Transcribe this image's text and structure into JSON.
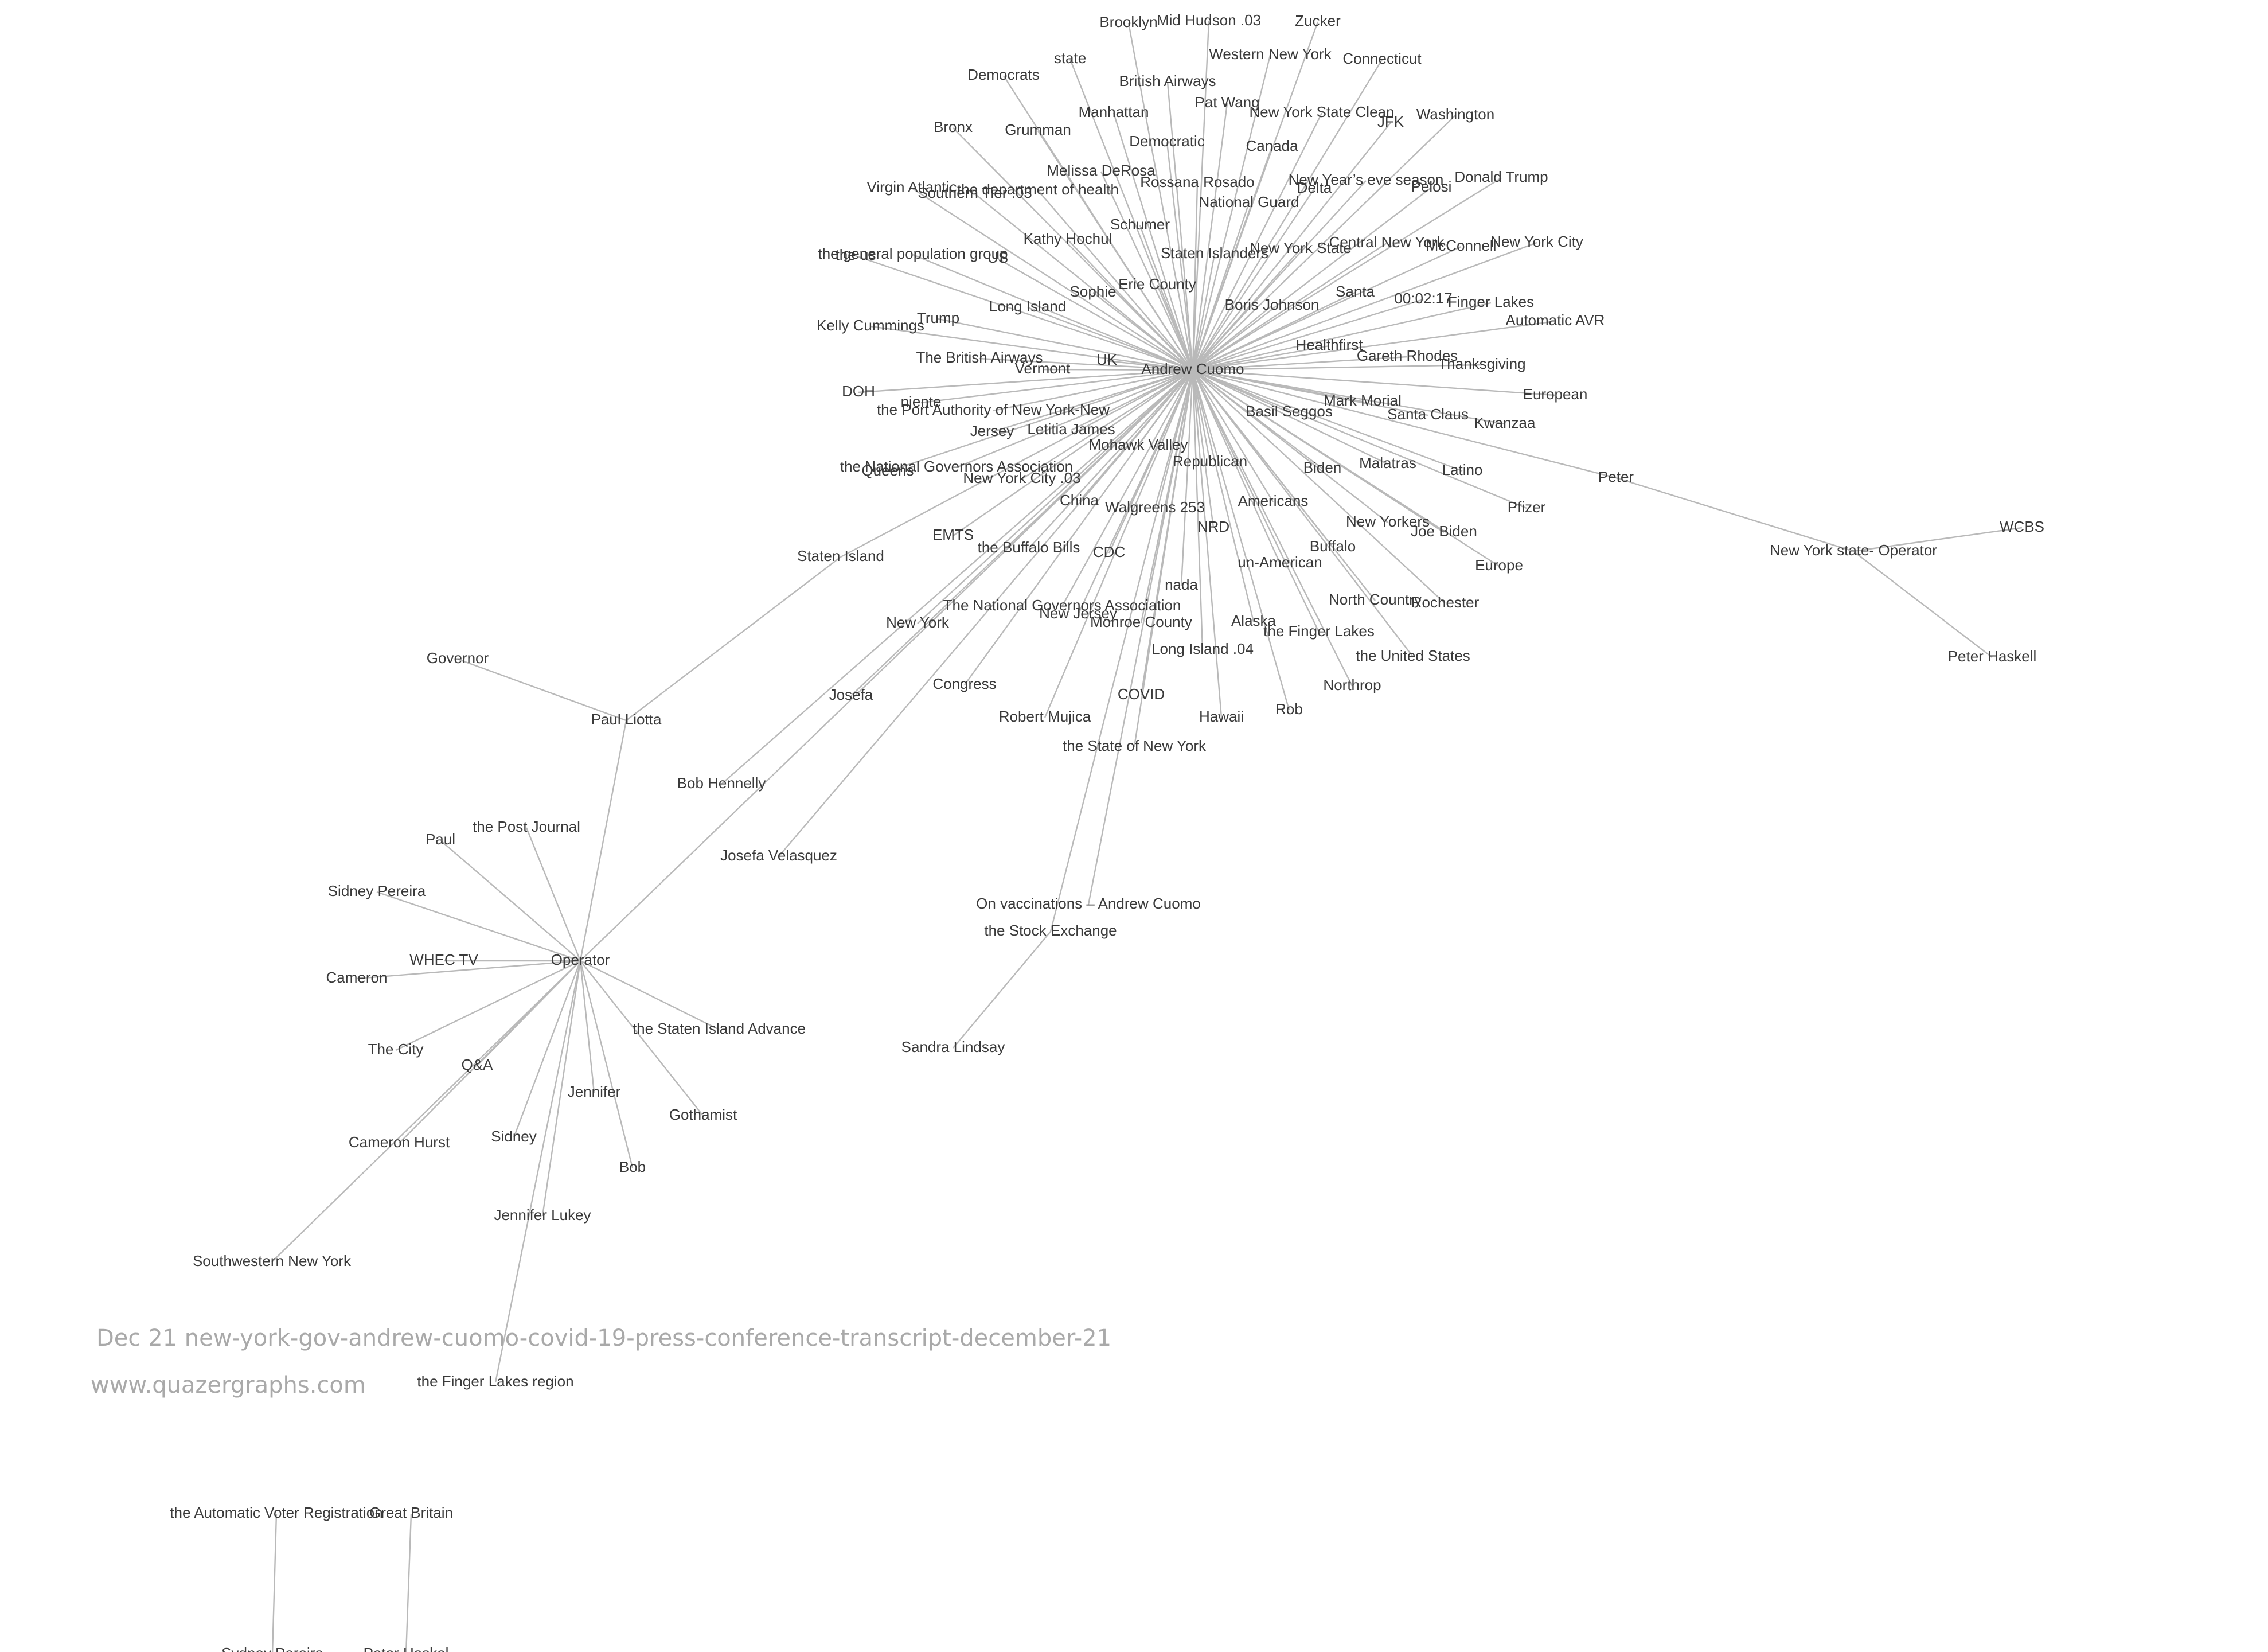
{
  "caption": {
    "title": "Dec 21 new-york-gov-andrew-cuomo-covid-19-press-conference-transcript-december-21",
    "site": "www.quazergraphs.com"
  },
  "colors": {
    "edge": "#b9b9b9",
    "label": "#3a3a3a",
    "caption": "#a9a9a9"
  },
  "nodes": [
    {
      "id": "andrew-cuomo",
      "label": "Andrew Cuomo"
    },
    {
      "id": "brooklyn",
      "label": "Brooklyn"
    },
    {
      "id": "mid-hudson-03",
      "label": "Mid Hudson .03"
    },
    {
      "id": "zucker",
      "label": "Zucker"
    },
    {
      "id": "state",
      "label": "state"
    },
    {
      "id": "western-new-york",
      "label": "Western New York"
    },
    {
      "id": "connecticut",
      "label": "Connecticut"
    },
    {
      "id": "democrats",
      "label": "Democrats"
    },
    {
      "id": "british-airways",
      "label": "British Airways"
    },
    {
      "id": "pat-wang",
      "label": "Pat Wang"
    },
    {
      "id": "manhattan",
      "label": "Manhattan"
    },
    {
      "id": "new-york-state-clean",
      "label": "New York State Clean"
    },
    {
      "id": "washington",
      "label": "Washington"
    },
    {
      "id": "jfk",
      "label": "JFK"
    },
    {
      "id": "bronx",
      "label": "Bronx"
    },
    {
      "id": "grumman",
      "label": "Grumman"
    },
    {
      "id": "democratic",
      "label": "Democratic"
    },
    {
      "id": "canada",
      "label": "Canada"
    },
    {
      "id": "melissa-derosa",
      "label": "Melissa DeRosa"
    },
    {
      "id": "rossana-rosado",
      "label": "Rossana Rosado"
    },
    {
      "id": "new-years-eve-season",
      "label": "New Year’s eve season"
    },
    {
      "id": "donald-trump",
      "label": "Donald Trump"
    },
    {
      "id": "virgin-atlantic",
      "label": "Virgin Atlantic"
    },
    {
      "id": "the-department-of-health",
      "label": "the department of health"
    },
    {
      "id": "southern-tier-03",
      "label": "Southern Tier .03"
    },
    {
      "id": "pelosi",
      "label": "Pelosi"
    },
    {
      "id": "delta",
      "label": "Delta"
    },
    {
      "id": "national-guard",
      "label": "National Guard"
    },
    {
      "id": "schumer",
      "label": "Schumer"
    },
    {
      "id": "kathy-hochul",
      "label": "Kathy Hochul"
    },
    {
      "id": "central-new-york",
      "label": "Central New York"
    },
    {
      "id": "mcconnell",
      "label": "McConnell"
    },
    {
      "id": "new-york-city",
      "label": "New York City"
    },
    {
      "id": "new-york-state",
      "label": "New York State"
    },
    {
      "id": "staten-islanders",
      "label": "Staten Islanders"
    },
    {
      "id": "the-general-population-group",
      "label": "the general population group"
    },
    {
      "id": "the-us",
      "label": "the us"
    },
    {
      "id": "us",
      "label": "US"
    },
    {
      "id": "santa",
      "label": "Santa"
    },
    {
      "id": "time-00-02-17",
      "label": "00:02:17"
    },
    {
      "id": "finger-lakes",
      "label": "Finger Lakes"
    },
    {
      "id": "erie-county",
      "label": "Erie County"
    },
    {
      "id": "sophie",
      "label": "Sophie"
    },
    {
      "id": "long-island",
      "label": "Long Island"
    },
    {
      "id": "boris-johnson",
      "label": "Boris Johnson"
    },
    {
      "id": "automatic-avr",
      "label": "Automatic AVR"
    },
    {
      "id": "trump",
      "label": "Trump"
    },
    {
      "id": "kelly-cummings",
      "label": "Kelly Cummings"
    },
    {
      "id": "healthfirst",
      "label": "Healthfirst"
    },
    {
      "id": "gareth-rhodes",
      "label": "Gareth Rhodes"
    },
    {
      "id": "thanksgiving",
      "label": "Thanksgiving"
    },
    {
      "id": "the-british-airways",
      "label": "The British Airways"
    },
    {
      "id": "uk",
      "label": "UK"
    },
    {
      "id": "vermont",
      "label": "Vermont"
    },
    {
      "id": "european",
      "label": "European"
    },
    {
      "id": "doh",
      "label": "DOH"
    },
    {
      "id": "niente",
      "label": "niente"
    },
    {
      "id": "mark-morial",
      "label": "Mark Morial"
    },
    {
      "id": "the-port-authority",
      "label": "the Port Authority of New York-New"
    },
    {
      "id": "basil-seggos",
      "label": "Basil Seggos"
    },
    {
      "id": "santa-claus",
      "label": "Santa Claus"
    },
    {
      "id": "kwanzaa",
      "label": "Kwanzaa"
    },
    {
      "id": "jersey",
      "label": "Jersey"
    },
    {
      "id": "letitia-james",
      "label": "Letitia James"
    },
    {
      "id": "mohawk-valley",
      "label": "Mohawk Valley"
    },
    {
      "id": "peter",
      "label": "Peter"
    },
    {
      "id": "the-national-governors-association-lc",
      "label": "the National Governors Association"
    },
    {
      "id": "queens",
      "label": "Queens"
    },
    {
      "id": "republican",
      "label": "Republican"
    },
    {
      "id": "biden",
      "label": "Biden"
    },
    {
      "id": "malatras",
      "label": "Malatras"
    },
    {
      "id": "latino",
      "label": "Latino"
    },
    {
      "id": "new-york-city-03",
      "label": "New York City .03"
    },
    {
      "id": "china",
      "label": "China"
    },
    {
      "id": "walgreens-253",
      "label": "Walgreens 253"
    },
    {
      "id": "americans",
      "label": "Americans"
    },
    {
      "id": "pfizer",
      "label": "Pfizer"
    },
    {
      "id": "new-yorkers",
      "label": "New Yorkers"
    },
    {
      "id": "joe-biden",
      "label": "Joe Biden"
    },
    {
      "id": "wcbs",
      "label": "WCBS"
    },
    {
      "id": "nrd",
      "label": "NRD"
    },
    {
      "id": "emts",
      "label": "EMTS"
    },
    {
      "id": "the-buffalo-bills",
      "label": "the Buffalo Bills"
    },
    {
      "id": "cdc",
      "label": "CDC"
    },
    {
      "id": "buffalo",
      "label": "Buffalo"
    },
    {
      "id": "new-york-state-operator",
      "label": "New York state- Operator"
    },
    {
      "id": "staten-island",
      "label": "Staten Island"
    },
    {
      "id": "un-american",
      "label": "un-American"
    },
    {
      "id": "europe",
      "label": "Europe"
    },
    {
      "id": "nada",
      "label": "nada"
    },
    {
      "id": "north-country",
      "label": "North Country"
    },
    {
      "id": "rochester",
      "label": "Rochester"
    },
    {
      "id": "the-national-governors-association-uc",
      "label": "The National Governors Association"
    },
    {
      "id": "new-jersey",
      "label": "New Jersey"
    },
    {
      "id": "alaska",
      "label": "Alaska"
    },
    {
      "id": "monroe-county",
      "label": "Monroe County"
    },
    {
      "id": "new-york",
      "label": "New York"
    },
    {
      "id": "the-finger-lakes",
      "label": "the Finger Lakes"
    },
    {
      "id": "long-island-04",
      "label": "Long Island .04"
    },
    {
      "id": "the-united-states",
      "label": "the United States"
    },
    {
      "id": "peter-haskell",
      "label": "Peter Haskell"
    },
    {
      "id": "governor",
      "label": "Governor"
    },
    {
      "id": "congress",
      "label": "Congress"
    },
    {
      "id": "northrop",
      "label": "Northrop"
    },
    {
      "id": "josefa",
      "label": "Josefa"
    },
    {
      "id": "covid",
      "label": "COVID"
    },
    {
      "id": "robert-mujica",
      "label": "Robert Mujica"
    },
    {
      "id": "hawaii",
      "label": "Hawaii"
    },
    {
      "id": "rob",
      "label": "Rob"
    },
    {
      "id": "paul-liotta",
      "label": "Paul Liotta"
    },
    {
      "id": "the-state-of-new-york",
      "label": "the State of New York"
    },
    {
      "id": "bob-hennelly",
      "label": "Bob Hennelly"
    },
    {
      "id": "the-post-journal",
      "label": "the Post Journal"
    },
    {
      "id": "paul",
      "label": "Paul"
    },
    {
      "id": "josefa-velasquez",
      "label": "Josefa Velasquez"
    },
    {
      "id": "sidney-pereira",
      "label": "Sidney Pereira"
    },
    {
      "id": "on-vaccinations",
      "label": "On vaccinations – Andrew Cuomo"
    },
    {
      "id": "the-stock-exchange",
      "label": "the Stock Exchange"
    },
    {
      "id": "whec-tv",
      "label": "WHEC TV"
    },
    {
      "id": "operator",
      "label": "Operator"
    },
    {
      "id": "cameron",
      "label": "Cameron"
    },
    {
      "id": "the-staten-island-advance",
      "label": "the Staten Island Advance"
    },
    {
      "id": "sandra-lindsay",
      "label": "Sandra Lindsay"
    },
    {
      "id": "the-city",
      "label": "The City"
    },
    {
      "id": "qa",
      "label": "Q&A"
    },
    {
      "id": "jennifer",
      "label": "Jennifer"
    },
    {
      "id": "gothamist",
      "label": "Gothamist"
    },
    {
      "id": "cameron-hurst",
      "label": "Cameron Hurst"
    },
    {
      "id": "sidney",
      "label": "Sidney"
    },
    {
      "id": "bob",
      "label": "Bob"
    },
    {
      "id": "jennifer-lukey",
      "label": "Jennifer Lukey"
    },
    {
      "id": "southwestern-new-york",
      "label": "Southwestern New York"
    },
    {
      "id": "the-finger-lakes-region",
      "label": "the Finger Lakes region"
    },
    {
      "id": "the-automatic-voter-registration",
      "label": "the Automatic Voter Registration"
    },
    {
      "id": "great-britain",
      "label": "Great Britain"
    },
    {
      "id": "sydney-pereira",
      "label": "Sydney Pereira"
    },
    {
      "id": "peter-haskel",
      "label": "Peter Haskel"
    }
  ],
  "edges": [
    [
      "andrew-cuomo",
      "brooklyn"
    ],
    [
      "andrew-cuomo",
      "mid-hudson-03"
    ],
    [
      "andrew-cuomo",
      "zucker"
    ],
    [
      "andrew-cuomo",
      "state"
    ],
    [
      "andrew-cuomo",
      "western-new-york"
    ],
    [
      "andrew-cuomo",
      "connecticut"
    ],
    [
      "andrew-cuomo",
      "democrats"
    ],
    [
      "andrew-cuomo",
      "british-airways"
    ],
    [
      "andrew-cuomo",
      "pat-wang"
    ],
    [
      "andrew-cuomo",
      "manhattan"
    ],
    [
      "andrew-cuomo",
      "new-york-state-clean"
    ],
    [
      "andrew-cuomo",
      "washington"
    ],
    [
      "andrew-cuomo",
      "jfk"
    ],
    [
      "andrew-cuomo",
      "bronx"
    ],
    [
      "andrew-cuomo",
      "grumman"
    ],
    [
      "andrew-cuomo",
      "democratic"
    ],
    [
      "andrew-cuomo",
      "canada"
    ],
    [
      "andrew-cuomo",
      "melissa-derosa"
    ],
    [
      "andrew-cuomo",
      "rossana-rosado"
    ],
    [
      "andrew-cuomo",
      "new-years-eve-season"
    ],
    [
      "andrew-cuomo",
      "donald-trump"
    ],
    [
      "andrew-cuomo",
      "virgin-atlantic"
    ],
    [
      "andrew-cuomo",
      "the-department-of-health"
    ],
    [
      "andrew-cuomo",
      "southern-tier-03"
    ],
    [
      "andrew-cuomo",
      "pelosi"
    ],
    [
      "andrew-cuomo",
      "delta"
    ],
    [
      "andrew-cuomo",
      "national-guard"
    ],
    [
      "andrew-cuomo",
      "schumer"
    ],
    [
      "andrew-cuomo",
      "kathy-hochul"
    ],
    [
      "andrew-cuomo",
      "central-new-york"
    ],
    [
      "andrew-cuomo",
      "mcconnell"
    ],
    [
      "andrew-cuomo",
      "new-york-city"
    ],
    [
      "andrew-cuomo",
      "new-york-state"
    ],
    [
      "andrew-cuomo",
      "staten-islanders"
    ],
    [
      "andrew-cuomo",
      "the-general-population-group"
    ],
    [
      "andrew-cuomo",
      "the-us"
    ],
    [
      "andrew-cuomo",
      "us"
    ],
    [
      "andrew-cuomo",
      "santa"
    ],
    [
      "andrew-cuomo",
      "time-00-02-17"
    ],
    [
      "andrew-cuomo",
      "finger-lakes"
    ],
    [
      "andrew-cuomo",
      "erie-county"
    ],
    [
      "andrew-cuomo",
      "sophie"
    ],
    [
      "andrew-cuomo",
      "long-island"
    ],
    [
      "andrew-cuomo",
      "boris-johnson"
    ],
    [
      "andrew-cuomo",
      "automatic-avr"
    ],
    [
      "andrew-cuomo",
      "trump"
    ],
    [
      "andrew-cuomo",
      "kelly-cummings"
    ],
    [
      "andrew-cuomo",
      "healthfirst"
    ],
    [
      "andrew-cuomo",
      "gareth-rhodes"
    ],
    [
      "andrew-cuomo",
      "thanksgiving"
    ],
    [
      "andrew-cuomo",
      "the-british-airways"
    ],
    [
      "andrew-cuomo",
      "uk"
    ],
    [
      "andrew-cuomo",
      "vermont"
    ],
    [
      "andrew-cuomo",
      "european"
    ],
    [
      "andrew-cuomo",
      "doh"
    ],
    [
      "andrew-cuomo",
      "niente"
    ],
    [
      "andrew-cuomo",
      "mark-morial"
    ],
    [
      "andrew-cuomo",
      "the-port-authority"
    ],
    [
      "andrew-cuomo",
      "basil-seggos"
    ],
    [
      "andrew-cuomo",
      "santa-claus"
    ],
    [
      "andrew-cuomo",
      "kwanzaa"
    ],
    [
      "andrew-cuomo",
      "jersey"
    ],
    [
      "andrew-cuomo",
      "letitia-james"
    ],
    [
      "andrew-cuomo",
      "mohawk-valley"
    ],
    [
      "andrew-cuomo",
      "peter"
    ],
    [
      "andrew-cuomo",
      "the-national-governors-association-lc"
    ],
    [
      "andrew-cuomo",
      "queens"
    ],
    [
      "andrew-cuomo",
      "republican"
    ],
    [
      "andrew-cuomo",
      "biden"
    ],
    [
      "andrew-cuomo",
      "malatras"
    ],
    [
      "andrew-cuomo",
      "latino"
    ],
    [
      "andrew-cuomo",
      "new-york-city-03"
    ],
    [
      "andrew-cuomo",
      "china"
    ],
    [
      "andrew-cuomo",
      "walgreens-253"
    ],
    [
      "andrew-cuomo",
      "americans"
    ],
    [
      "andrew-cuomo",
      "pfizer"
    ],
    [
      "andrew-cuomo",
      "new-yorkers"
    ],
    [
      "andrew-cuomo",
      "joe-biden"
    ],
    [
      "andrew-cuomo",
      "nrd"
    ],
    [
      "andrew-cuomo",
      "emts"
    ],
    [
      "andrew-cuomo",
      "the-buffalo-bills"
    ],
    [
      "andrew-cuomo",
      "cdc"
    ],
    [
      "andrew-cuomo",
      "buffalo"
    ],
    [
      "andrew-cuomo",
      "un-american"
    ],
    [
      "andrew-cuomo",
      "europe"
    ],
    [
      "andrew-cuomo",
      "nada"
    ],
    [
      "andrew-cuomo",
      "north-country"
    ],
    [
      "andrew-cuomo",
      "rochester"
    ],
    [
      "andrew-cuomo",
      "the-national-governors-association-uc"
    ],
    [
      "andrew-cuomo",
      "new-jersey"
    ],
    [
      "andrew-cuomo",
      "alaska"
    ],
    [
      "andrew-cuomo",
      "monroe-county"
    ],
    [
      "andrew-cuomo",
      "new-york"
    ],
    [
      "andrew-cuomo",
      "the-finger-lakes"
    ],
    [
      "andrew-cuomo",
      "long-island-04"
    ],
    [
      "andrew-cuomo",
      "the-united-states"
    ],
    [
      "andrew-cuomo",
      "congress"
    ],
    [
      "andrew-cuomo",
      "northrop"
    ],
    [
      "andrew-cuomo",
      "josefa"
    ],
    [
      "andrew-cuomo",
      "covid"
    ],
    [
      "andrew-cuomo",
      "robert-mujica"
    ],
    [
      "andrew-cuomo",
      "hawaii"
    ],
    [
      "andrew-cuomo",
      "rob"
    ],
    [
      "andrew-cuomo",
      "the-state-of-new-york"
    ],
    [
      "andrew-cuomo",
      "bob-hennelly"
    ],
    [
      "andrew-cuomo",
      "josefa-velasquez"
    ],
    [
      "andrew-cuomo",
      "on-vaccinations"
    ],
    [
      "andrew-cuomo",
      "the-stock-exchange"
    ],
    [
      "andrew-cuomo",
      "operator"
    ],
    [
      "peter",
      "new-york-state-operator"
    ],
    [
      "new-york-state-operator",
      "wcbs"
    ],
    [
      "new-york-state-operator",
      "peter-haskell"
    ],
    [
      "andrew-cuomo",
      "staten-island"
    ],
    [
      "staten-island",
      "paul-liotta"
    ],
    [
      "governor",
      "paul-liotta"
    ],
    [
      "paul-liotta",
      "operator"
    ],
    [
      "the-stock-exchange",
      "sandra-lindsay"
    ],
    [
      "operator",
      "the-post-journal"
    ],
    [
      "operator",
      "paul"
    ],
    [
      "operator",
      "sidney-pereira"
    ],
    [
      "operator",
      "whec-tv"
    ],
    [
      "operator",
      "cameron"
    ],
    [
      "operator",
      "the-staten-island-advance"
    ],
    [
      "operator",
      "the-city"
    ],
    [
      "operator",
      "qa"
    ],
    [
      "operator",
      "jennifer"
    ],
    [
      "operator",
      "gothamist"
    ],
    [
      "operator",
      "cameron-hurst"
    ],
    [
      "operator",
      "sidney"
    ],
    [
      "operator",
      "bob"
    ],
    [
      "operator",
      "jennifer-lukey"
    ],
    [
      "operator",
      "southwestern-new-york"
    ],
    [
      "operator",
      "the-finger-lakes-region"
    ],
    [
      "the-automatic-voter-registration",
      "sydney-pereira"
    ],
    [
      "great-britain",
      "peter-haskel"
    ]
  ]
}
